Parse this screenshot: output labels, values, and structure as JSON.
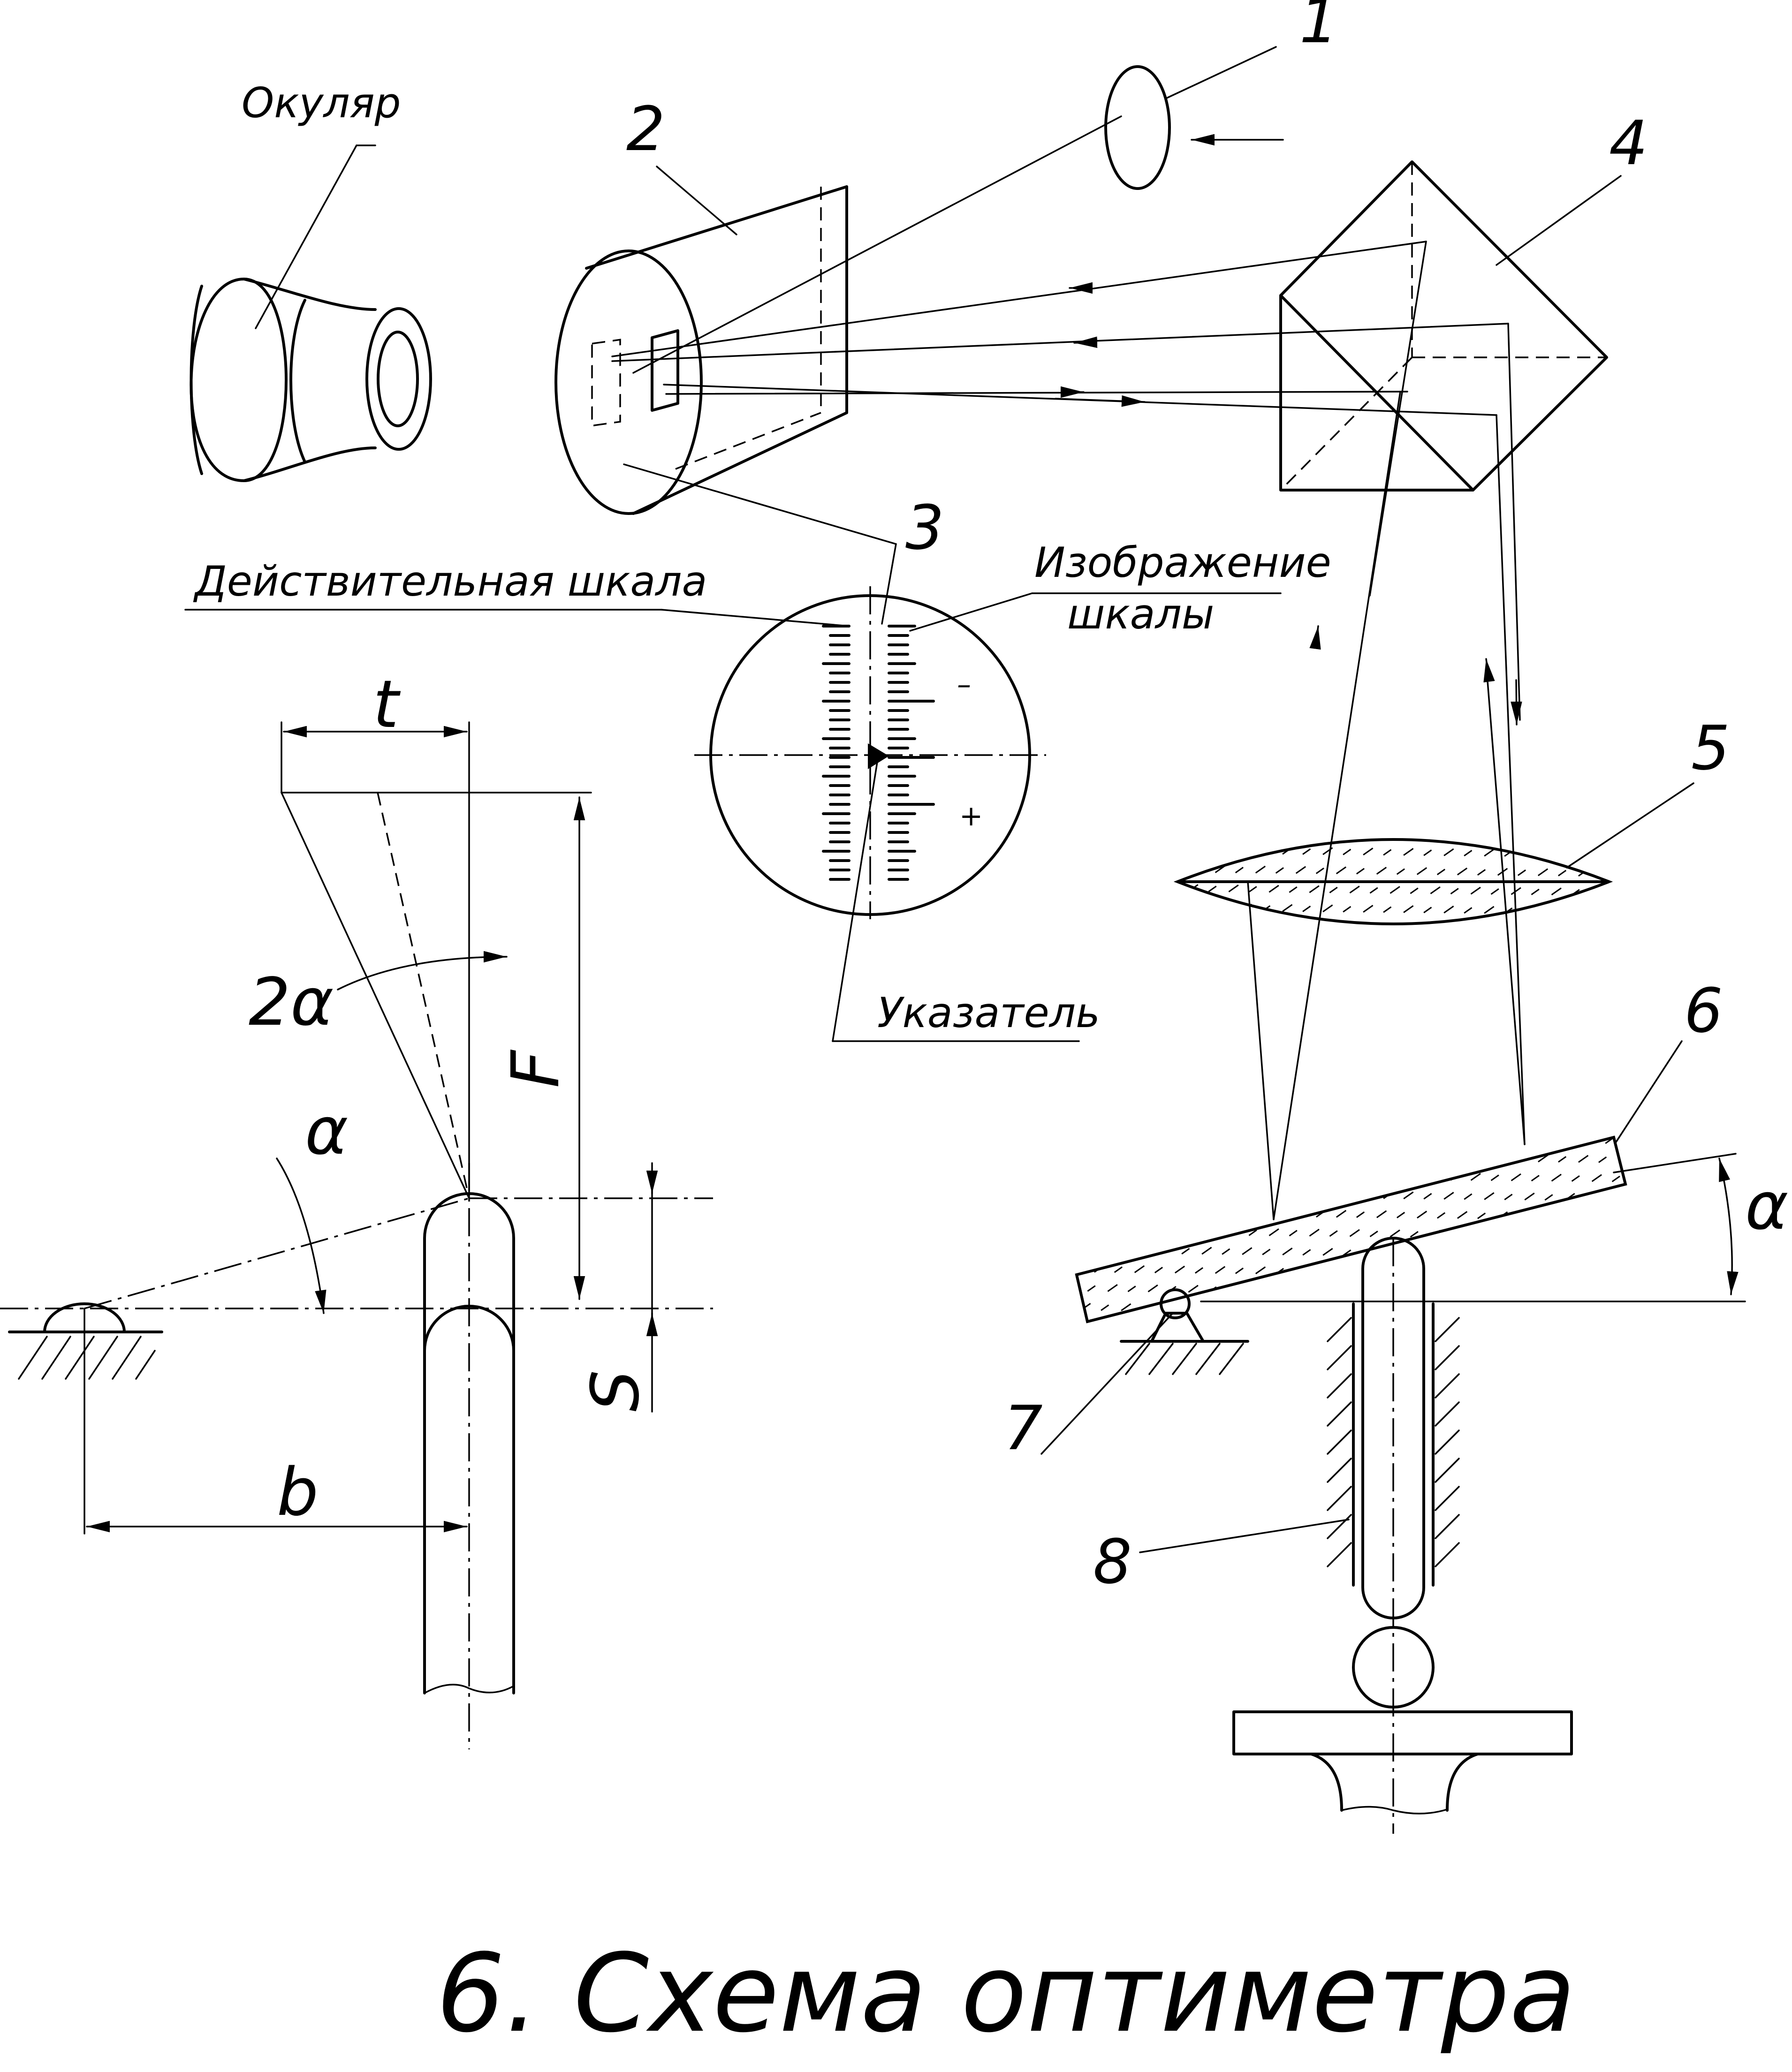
{
  "labels": {
    "eyepiece": "Окуляр",
    "n1": "1",
    "n2": "2",
    "n3": "3",
    "n4": "4",
    "n5": "5",
    "n6": "6",
    "n7": "7",
    "n8": "8",
    "actual_scale": "Действительная шкала",
    "scale_image_1": "Изображение",
    "scale_image_2": "шкалы",
    "pointer": "Указатель",
    "minus": "–",
    "plus": "+",
    "t": "t",
    "F": "F",
    "two_alpha": "2α",
    "alpha_left": "α",
    "alpha_right": "α",
    "S": "S",
    "b": "b"
  },
  "caption": "6. Схема оптиметра"
}
